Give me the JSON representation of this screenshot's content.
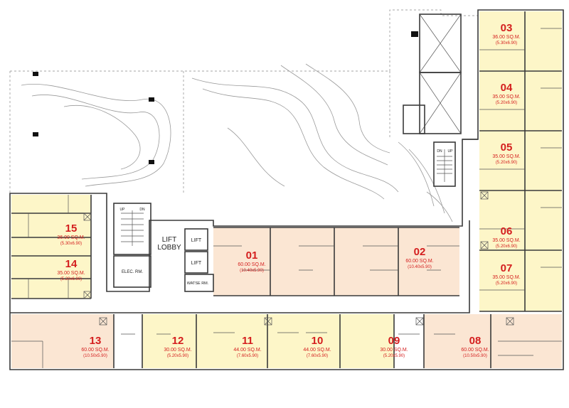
{
  "colors": {
    "unit_fill_light": "#fdf6c8",
    "unit_fill_peach": "#fbe6d3",
    "label_red": "#d41e1e",
    "wall": "#3a3a3a",
    "corridor": "#ffffff"
  },
  "labels": {
    "lift_lobby_1": "LIFT",
    "lift_lobby_2": "LOBBY",
    "lift": "LIFT",
    "elec_room": "ELEC. RM.",
    "watse_room": "WATSE RM.",
    "up": "UP",
    "dn": "DN"
  },
  "units": [
    {
      "num": "01",
      "area": "60.00 SQ.M.",
      "dim": "(10.40x5.90)"
    },
    {
      "num": "02",
      "area": "60.00 SQ.M.",
      "dim": "(10.40x5.90)"
    },
    {
      "num": "03",
      "area": "36.00 SQ.M.",
      "dim": "(5.30x6.90)"
    },
    {
      "num": "04",
      "area": "35.00 SQ.M.",
      "dim": "(5.20x6.90)"
    },
    {
      "num": "05",
      "area": "35.00 SQ.M.",
      "dim": "(5.20x6.90)"
    },
    {
      "num": "06",
      "area": "35.00 SQ.M.",
      "dim": "(5.20x6.90)"
    },
    {
      "num": "07",
      "area": "35.00 SQ.M.",
      "dim": "(5.20x6.90)"
    },
    {
      "num": "08",
      "area": "60.00 SQ.M.",
      "dim": "(10.50x5.90)"
    },
    {
      "num": "09",
      "area": "30.00 SQ.M.",
      "dim": "(5.20x5.90)"
    },
    {
      "num": "10",
      "area": "44.00 SQ.M.",
      "dim": "(7.60x5.90)"
    },
    {
      "num": "11",
      "area": "44.00 SQ.M.",
      "dim": "(7.60x5.90)"
    },
    {
      "num": "12",
      "area": "30.00 SQ.M.",
      "dim": "(5.20x5.90)"
    },
    {
      "num": "13",
      "area": "60.00 SQ.M.",
      "dim": "(10.50x5.90)"
    },
    {
      "num": "14",
      "area": "35.00 SQ.M.",
      "dim": "(5.20x6.90)"
    },
    {
      "num": "15",
      "area": "36.00 SQ.M.",
      "dim": "(5.30x6.90)"
    }
  ]
}
